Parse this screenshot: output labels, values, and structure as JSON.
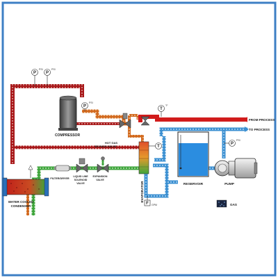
{
  "labels": {
    "compressor": "COMPRESSOR",
    "hot_gas_line1": "HOT GAS",
    "hot_gas_line2": "BY-PASS VALVE",
    "evaporator": "EVAPORATOR",
    "reservoir": "RESERVOIR",
    "pump": "PUMP",
    "from_process": "FROM PROCESS",
    "to_process": "TO PROCESS",
    "filter_dryer": "FILTER/DRYER",
    "solenoid_line1": "LIQUID LINE",
    "solenoid_line2": "SOLENOID",
    "solenoid_line3": "VALVE",
    "expansion_line1": "EXPANSION",
    "expansion_line2": "VALVE",
    "condenser_line1": "WATER COOLED",
    "condenser_line2": "CONDENSER",
    "legend_gas": "GAS"
  },
  "gauges": {
    "p": "P",
    "t": "T",
    "f": "F",
    "psi": "PSI",
    "temp_unit": "°F",
    "gpm": "GPM"
  },
  "colors": {
    "border": "#3d7fc4",
    "hot_gas": "#b51a17",
    "suction": "#d2691e",
    "liquid": "#3ea53b",
    "water": "#3a8fd1",
    "process_red": "#d11b1b",
    "reservoir_water": "#2b8de0"
  }
}
